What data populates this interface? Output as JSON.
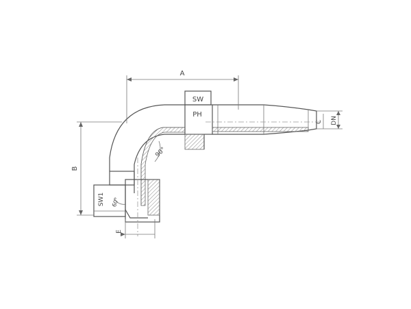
{
  "drawing": {
    "labels": {
      "dim_a": "A",
      "dim_b": "B",
      "dim_e": "E",
      "sw": "SW",
      "ph": "PH",
      "sw1": "SW1",
      "angle_bend": "90°",
      "angle_cone": "60°",
      "dim_c": "C",
      "dim_dn": "DN"
    },
    "colors": {
      "line": "#555555",
      "hatch": "#888888",
      "background": "#ffffff"
    }
  }
}
